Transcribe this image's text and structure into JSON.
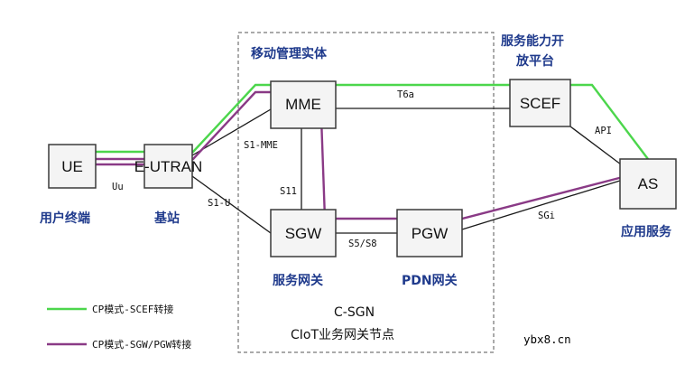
{
  "nodes": {
    "ue": "UE",
    "eutran": "E-UTRAN",
    "mme": "MME",
    "sgw": "SGW",
    "pgw": "PGW",
    "scef": "SCEF",
    "as": "AS"
  },
  "captions": {
    "ue": "用户终端",
    "eutran": "基站",
    "mme_region": "移动管理实体",
    "scef_line1": "服务能力开",
    "scef_line2": "放平台",
    "sgw": "服务网关",
    "pgw": "PDN网关",
    "as": "应用服务"
  },
  "interfaces": {
    "uu": "Uu",
    "s1_mme": "S1-MME",
    "s1_u": "S1-U",
    "s11": "S11",
    "s5_s8": "S5/S8",
    "t6a": "T6a",
    "api": "API",
    "sgi": "SGi"
  },
  "csgn": {
    "title": "C-SGN",
    "subtitle": "CIoT业务网关节点"
  },
  "legend": [
    {
      "label": "CP模式-SCEF转接",
      "color": "#4cd64c"
    },
    {
      "label": "CP模式-SGW/PGW转接",
      "color": "#8a3a86"
    }
  ],
  "watermark": "ybx8.cn"
}
